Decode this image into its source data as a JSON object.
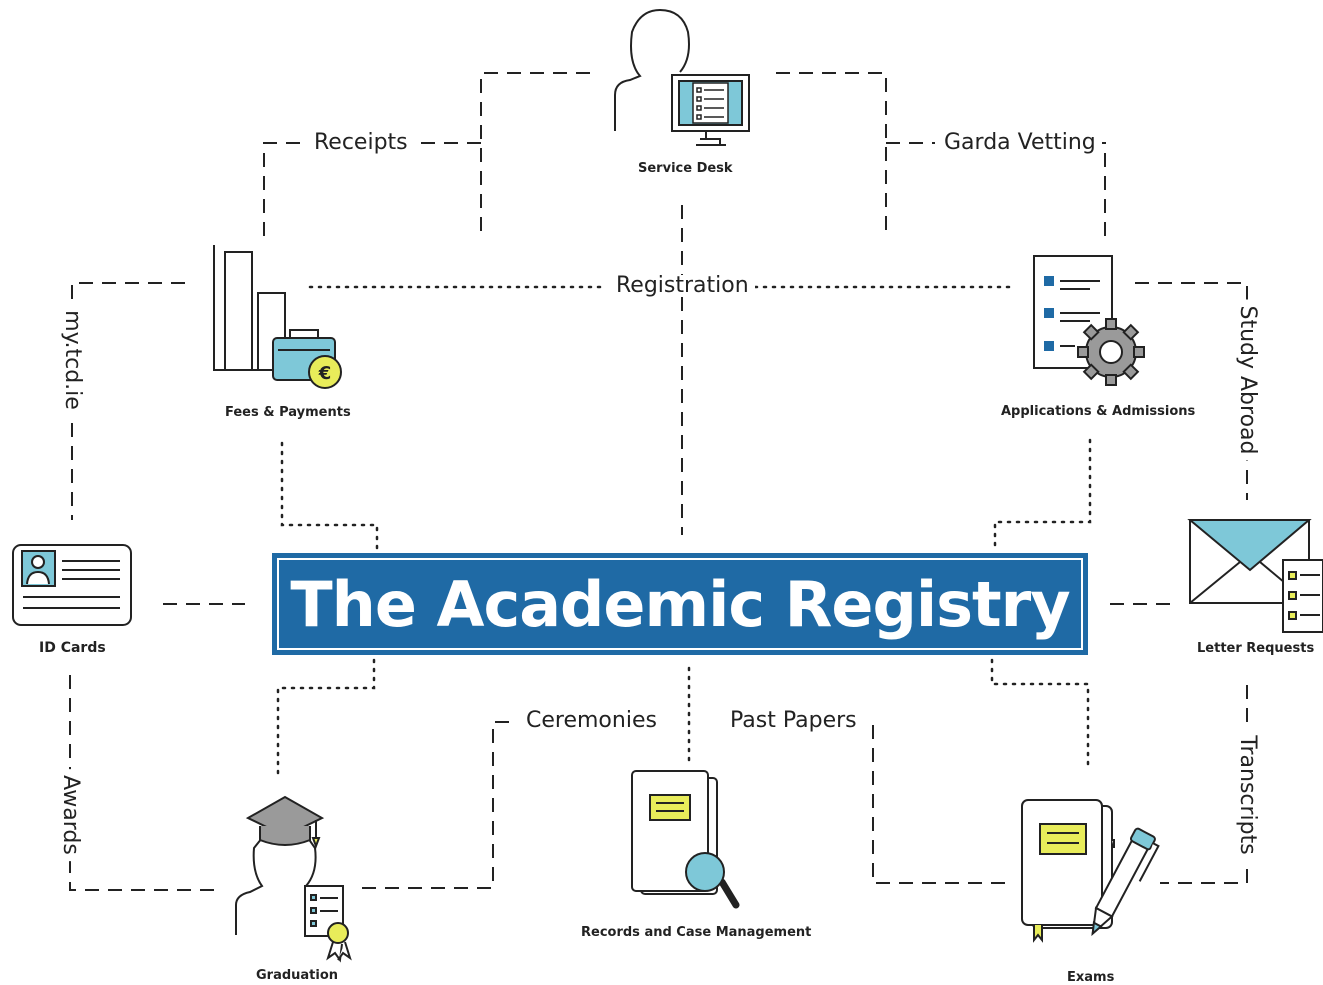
{
  "title": "The Academic Registry",
  "nodes": {
    "service_desk": "Service Desk",
    "fees_payments": "Fees & Payments",
    "applications_admissions": "Applications & Admissions",
    "id_cards": "ID Cards",
    "letter_requests": "Letter Requests",
    "graduation": "Graduation",
    "records": "Records and Case Management",
    "exams": "Exams"
  },
  "connectors": {
    "receipts": "Receipts",
    "garda_vetting": "Garda Vetting",
    "registration": "Registration",
    "mytcd": "my.tcd.ie",
    "study_abroad": "Study Abroad",
    "awards": "Awards",
    "transcripts": "Transcripts",
    "ceremonies": "Ceremonies",
    "past_papers": "Past Papers"
  },
  "colors": {
    "banner": "#1f6aa5",
    "accent_blue": "#7ec8d8",
    "accent_yellow": "#e8ec5a",
    "line": "#222222",
    "gray": "#9a9a9a"
  }
}
